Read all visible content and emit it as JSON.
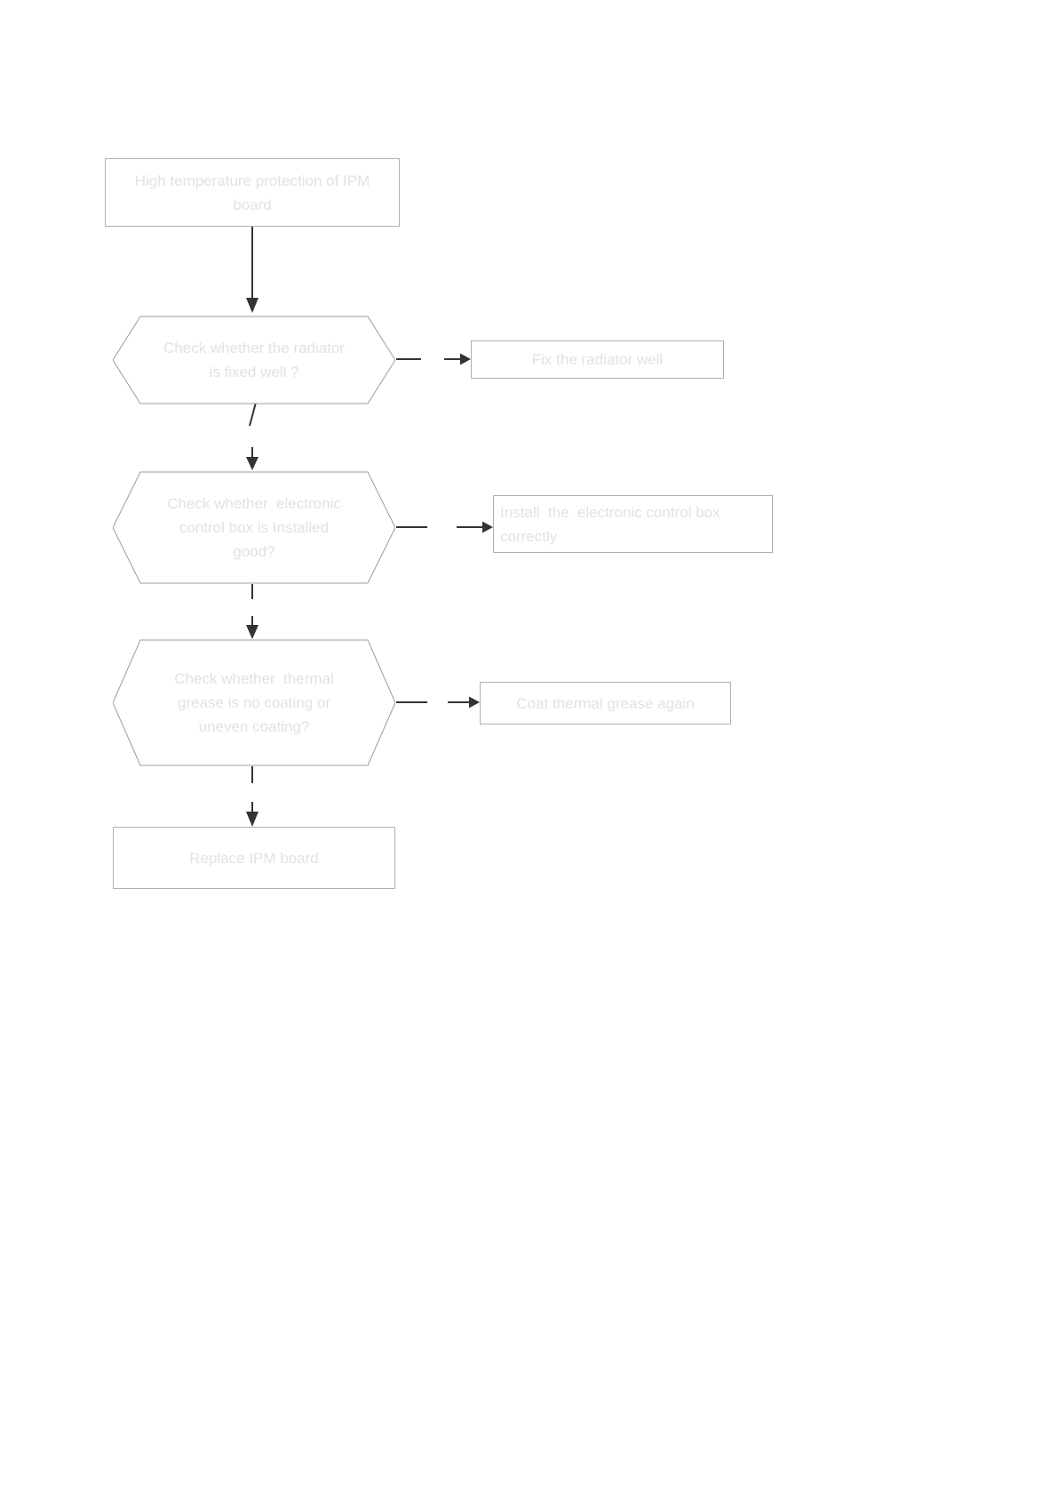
{
  "flow": {
    "start": {
      "lines": [
        "High temperature protection of IPM",
        "board"
      ]
    },
    "steps": [
      {
        "question_lines": [
          "Check whether the radiator",
          "is fixed well ?"
        ],
        "action_lines": [
          "Fix the radiator well"
        ]
      },
      {
        "question_lines": [
          "Check whether  electronic",
          "control box is Installed",
          "good?"
        ],
        "action_lines": [
          "Install  the  electronic control box",
          "correctly"
        ]
      },
      {
        "question_lines": [
          "Check whether  thermal",
          "grease is no coating or",
          "uneven coating?"
        ],
        "action_lines": [
          "Coat thermal grease again"
        ]
      }
    ],
    "end": {
      "lines": [
        "Replace IPM board"
      ]
    },
    "colors": {
      "background": "#ffffff",
      "node_border": "#b0b0b0",
      "hexagon_border": "#9c9c9c",
      "node_text": "#e2e2e2",
      "arrow": "#333333"
    }
  }
}
